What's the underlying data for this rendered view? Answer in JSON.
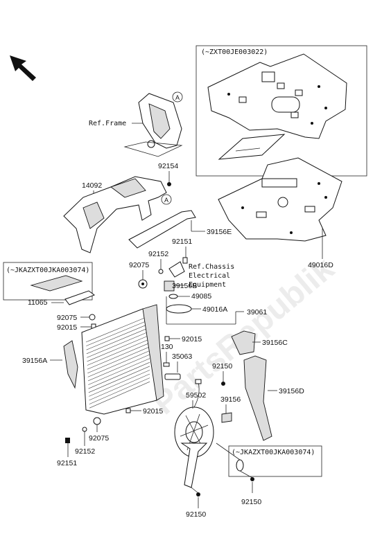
{
  "diagram": {
    "ref_frame": "Ref.Frame",
    "ref_chassis": [
      "Ref.Chassis",
      "Electrical",
      "Equipment"
    ],
    "circle_marker": "A",
    "boxes": {
      "top_right": "(~ZXT00JE003022)",
      "left": "(~JKAZXT00JKA003074)",
      "bottom_right": "(~JKAZXT00JKA003074)"
    },
    "parts": {
      "p14092": "14092",
      "p92154": "92154",
      "p39156E": "39156E",
      "p49016D": "49016D",
      "p92151_top": "92151",
      "p92152_top": "92152",
      "p92075_top": "92075",
      "p39156B": "39156B",
      "p49085": "49085",
      "p49016A": "49016A",
      "p39061": "39061",
      "p11065": "11065",
      "p92075_mid": "92075",
      "p92015_left": "92015",
      "p92015_right": "92015",
      "p39156A": "39156A",
      "p130": "130",
      "p35063": "35063",
      "p39156C": "39156C",
      "p92150_mid": "92150",
      "p39156D": "39156D",
      "p59502": "59502",
      "p39156": "39156",
      "p92015_bottom": "92015",
      "p92075_bottom": "92075",
      "p92152_bottom": "92152",
      "p92151_bottom": "92151",
      "p92150_right": "92150",
      "p92150_bottom": "92150"
    },
    "watermark": "PartsRepublik"
  }
}
